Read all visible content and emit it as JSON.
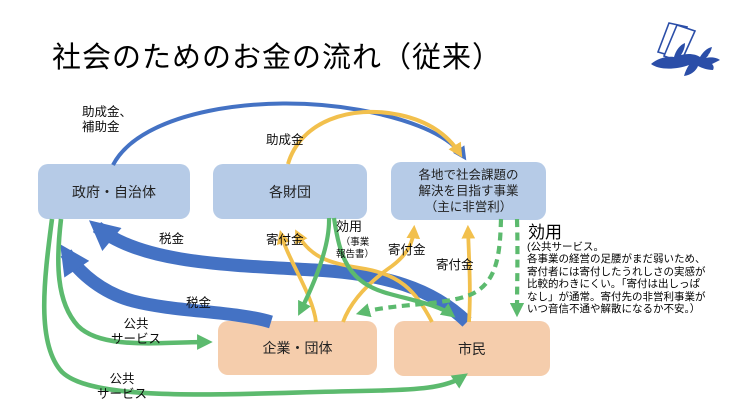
{
  "slide": {
    "title": "社会のためのお金の流れ（従来）",
    "logo": "bird-carrying-letters"
  },
  "colors": {
    "arrow_blue": "#4472c4",
    "arrow_yellow": "#f2c04d",
    "arrow_green": "#5cba6e",
    "node_blue": "#b6cbe7",
    "node_peach": "#f5cdac",
    "logo_blue": "#2b4ea8"
  },
  "nodes": {
    "government": "政府・自治体",
    "foundations": "各財団",
    "projects": "各地で社会課題の\n解決を目指す事業\n（主に非営利）",
    "companies": "企業・団体",
    "citizens": "市民"
  },
  "flow_labels": {
    "grants_subsidies": "助成金、\n補助金",
    "grants": "助成金",
    "tax_from_citizens": "税金",
    "tax_from_companies": "税金",
    "donation_to_foundations": "寄付金",
    "donation_from_companies": "寄付金",
    "donation_from_citizens": "寄付金",
    "utility_report_title": "効用",
    "utility_report_sub": "（事業\n報告書）",
    "public_service_to_companies": "公共\nサービス",
    "public_service_to_citizens": "公共\nサービス"
  },
  "note": {
    "title": "効用",
    "body": "(公共サービス。\n各事業の経営の足腰がまだ弱いため、\n寄付者には寄付したうれしさの実感が\n比較的わきにくい。「寄付は出しっぱ\nなし」が通常。寄付先の非営利事業が\nいつ音信不通や解散になるか不安。）"
  },
  "edges": [
    {
      "from": "companies",
      "to": "government",
      "label": "税金",
      "color": "blue",
      "style": "thick"
    },
    {
      "from": "citizens",
      "to": "government",
      "label": "税金",
      "color": "blue",
      "style": "thick"
    },
    {
      "from": "government",
      "to": "projects",
      "label": "助成金、補助金",
      "color": "blue",
      "style": "thin"
    },
    {
      "from": "foundations",
      "to": "projects",
      "label": "助成金",
      "color": "yellow",
      "style": "thin"
    },
    {
      "from": "companies",
      "to": "foundations",
      "label": "寄付金",
      "color": "yellow",
      "style": "thin"
    },
    {
      "from": "citizens",
      "to": "foundations",
      "label": "寄付金",
      "color": "yellow",
      "style": "thin"
    },
    {
      "from": "companies",
      "to": "projects",
      "label": "寄付金",
      "color": "yellow",
      "style": "thin"
    },
    {
      "from": "citizens",
      "to": "projects",
      "label": "寄付金",
      "color": "yellow",
      "style": "thin"
    },
    {
      "from": "government",
      "to": "companies",
      "label": "公共サービス",
      "color": "green",
      "style": "solid"
    },
    {
      "from": "government",
      "to": "citizens",
      "label": "公共サービス",
      "color": "green",
      "style": "solid"
    },
    {
      "from": "foundations",
      "to": "companies",
      "label": "効用（事業報告書）",
      "color": "green",
      "style": "solid"
    },
    {
      "from": "foundations",
      "to": "citizens",
      "label": "効用（事業報告書）",
      "color": "green",
      "style": "solid"
    },
    {
      "from": "projects",
      "to": "companies",
      "label": "効用",
      "color": "green",
      "style": "dashed"
    },
    {
      "from": "projects",
      "to": "citizens",
      "label": "効用",
      "color": "green",
      "style": "dashed"
    }
  ]
}
